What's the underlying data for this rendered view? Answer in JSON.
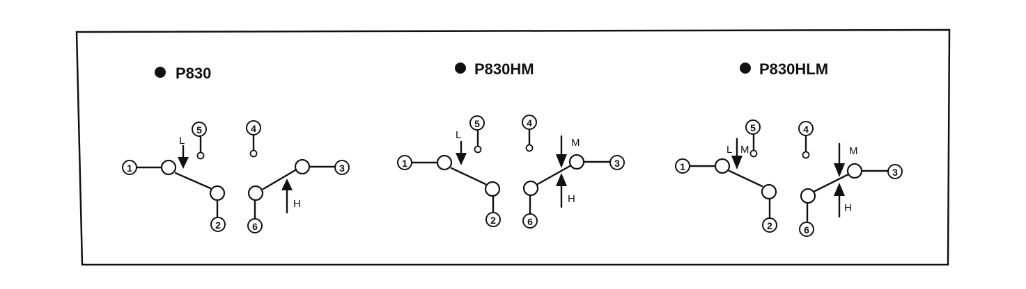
{
  "panels": [
    {
      "title": "P830",
      "terminals": [
        "1",
        "2",
        "3",
        "4",
        "5",
        "6"
      ],
      "arrows": [
        {
          "label": "L"
        },
        {
          "label": "H"
        }
      ]
    },
    {
      "title": "P830HM",
      "terminals": [
        "1",
        "2",
        "3",
        "4",
        "5",
        "6"
      ],
      "arrows": [
        {
          "label": "L"
        },
        {
          "label": "M"
        },
        {
          "label": "H"
        }
      ]
    },
    {
      "title": "P830HLM",
      "terminals": [
        "1",
        "2",
        "3",
        "4",
        "5",
        "6"
      ],
      "arrows": [
        {
          "label": "L"
        },
        {
          "label": "M"
        },
        {
          "label": "M"
        },
        {
          "label": "H"
        }
      ]
    }
  ]
}
